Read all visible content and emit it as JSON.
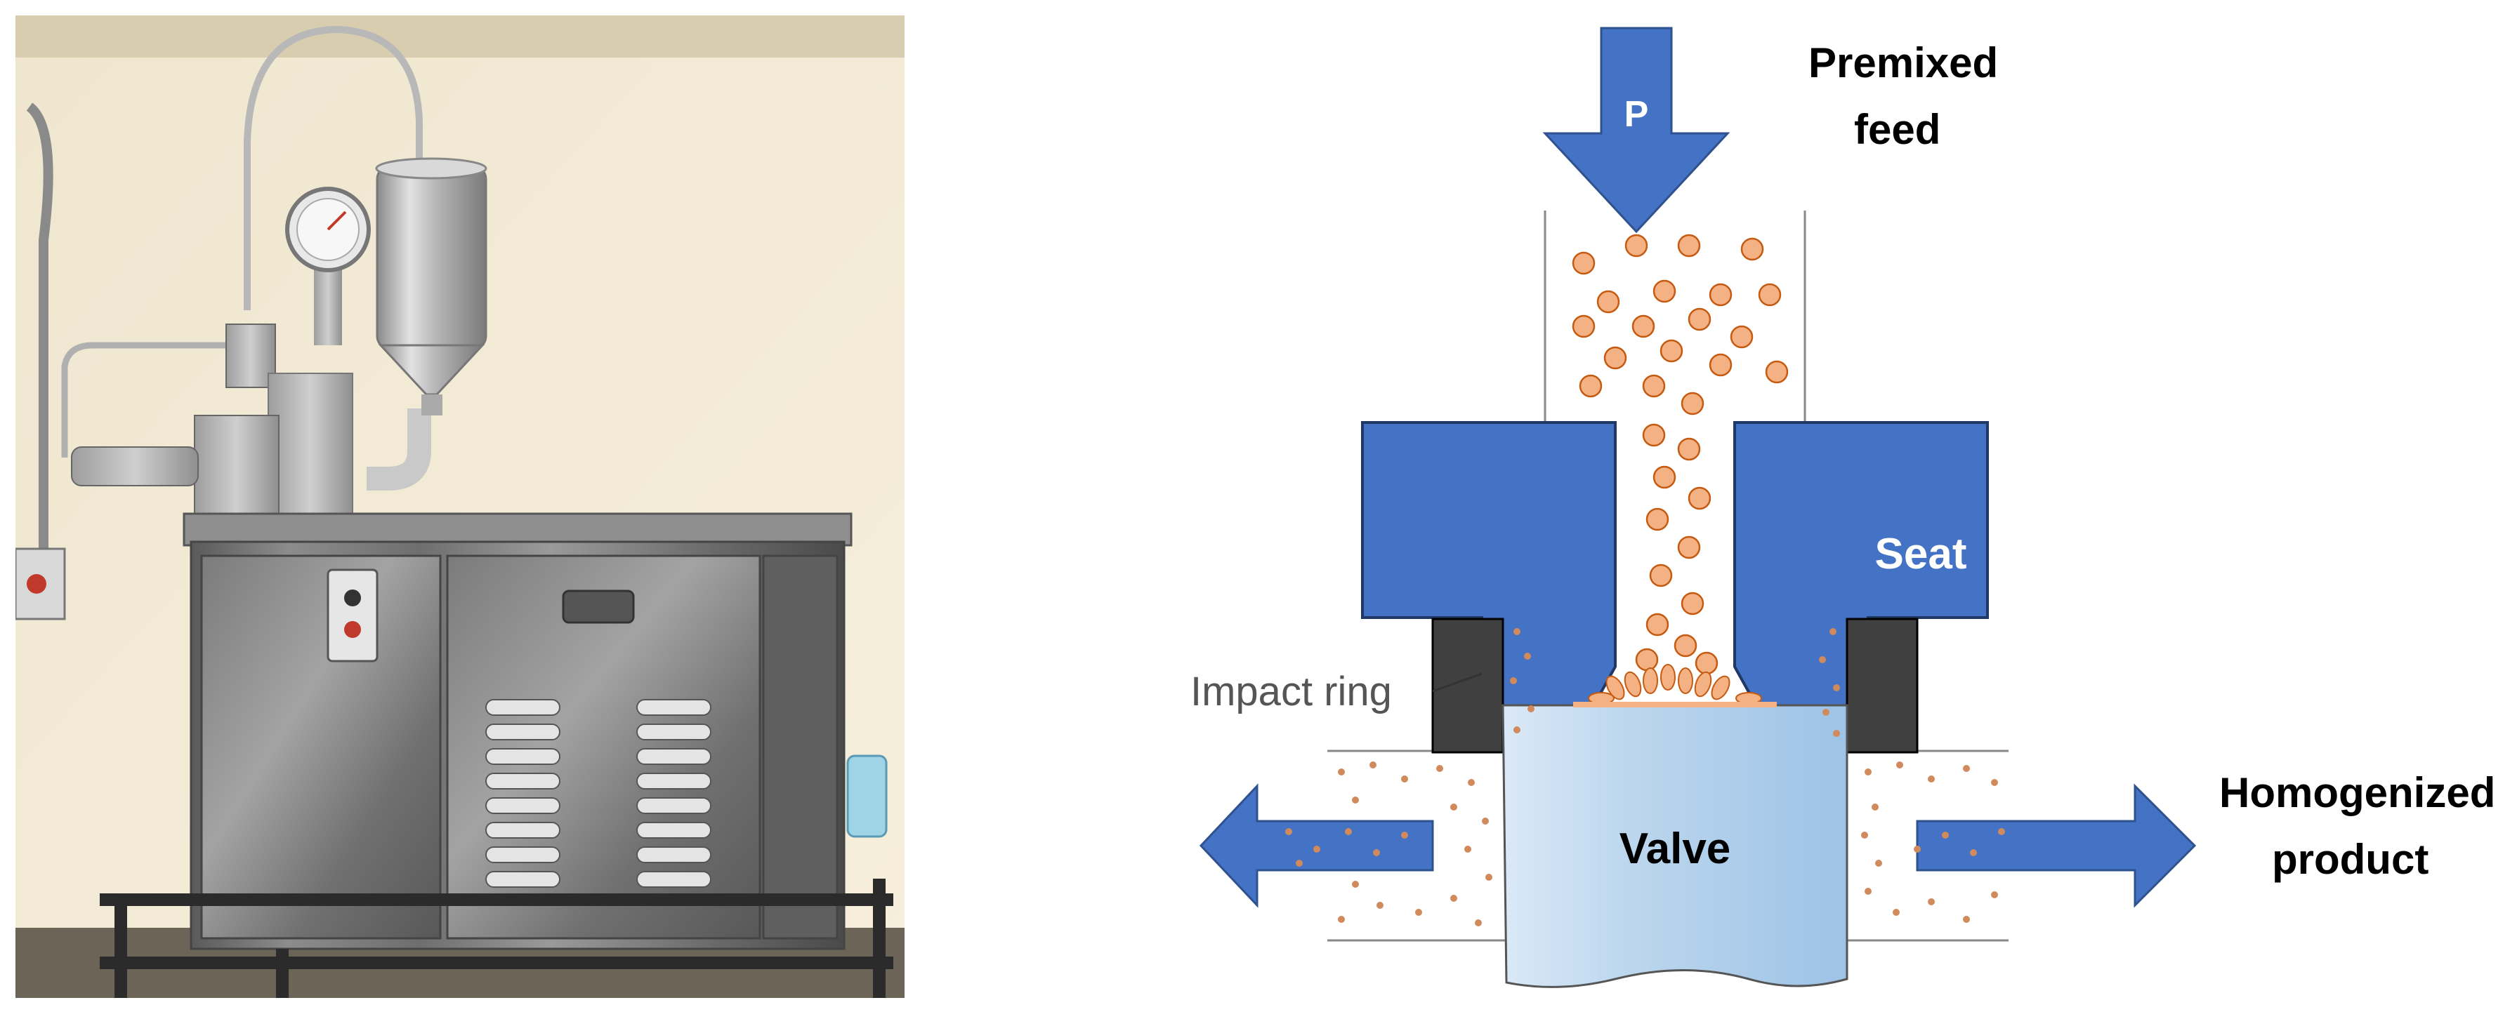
{
  "diagram": {
    "pressure_symbol": "P",
    "inlet_label_line1": "Premixed",
    "inlet_label_line2": "feed",
    "seat_label": "Seat",
    "valve_label": "Valve",
    "impact_ring_label": "Impact ring",
    "outlet_label_line1": "Homogenized",
    "outlet_label_line2": "product",
    "colors": {
      "arrow_blue": "#4472c4",
      "seat_blue": "#4472c4",
      "valve_light_blue": "#bdd7ee",
      "impact_ring_dark": "#404040",
      "droplet_orange": "#f4b183",
      "droplet_outline": "#c55a11"
    }
  },
  "photo": {
    "subject": "high-pressure homogenizer machine",
    "icons": [
      "pressure-gauge-icon",
      "feed-hopper-icon",
      "control-switch-icon"
    ]
  }
}
